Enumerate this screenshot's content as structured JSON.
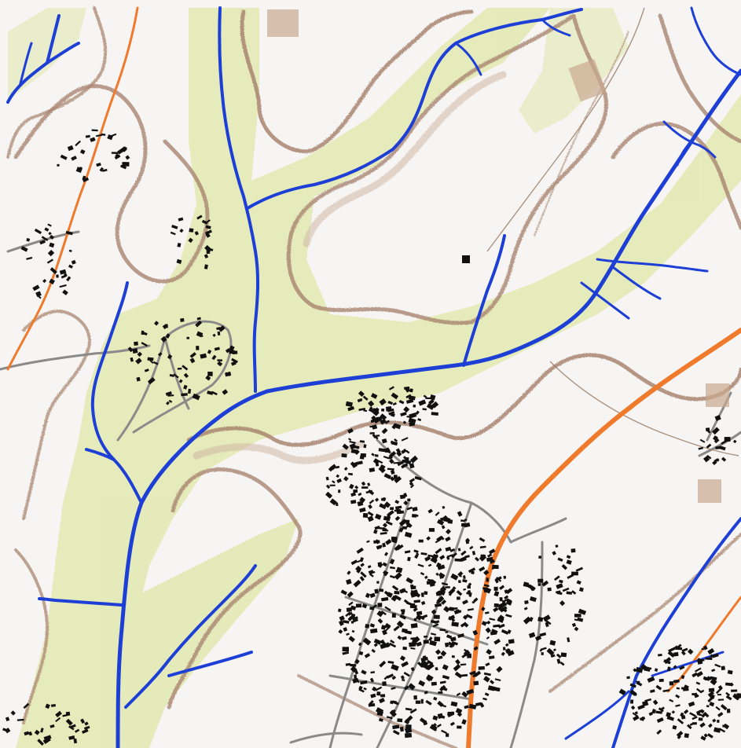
{
  "map": {
    "style": "hand-drawn colored-pencil topographic sketch",
    "text_labels": [],
    "legend": null,
    "colors": {
      "paper": "#f6f5f3",
      "valley_fill": "#e4eab6",
      "slope_hatching": "#a98570",
      "slope_hatching_light": "#cdb2a0",
      "streams": "#1d3fd6",
      "main_road": "#f07a2c",
      "minor_road": "#8a8a8a",
      "buildings": "#111111"
    },
    "features": [
      {
        "kind": "stream-network",
        "icon": "blue-line"
      },
      {
        "kind": "main-road",
        "icon": "orange-line"
      },
      {
        "kind": "minor-roads",
        "icon": "grey-line"
      },
      {
        "kind": "valley-floor",
        "icon": "green-fill"
      },
      {
        "kind": "slope-hatching",
        "icon": "brown-hachures"
      },
      {
        "kind": "village-buildings",
        "icon": "black-blocks"
      }
    ]
  }
}
